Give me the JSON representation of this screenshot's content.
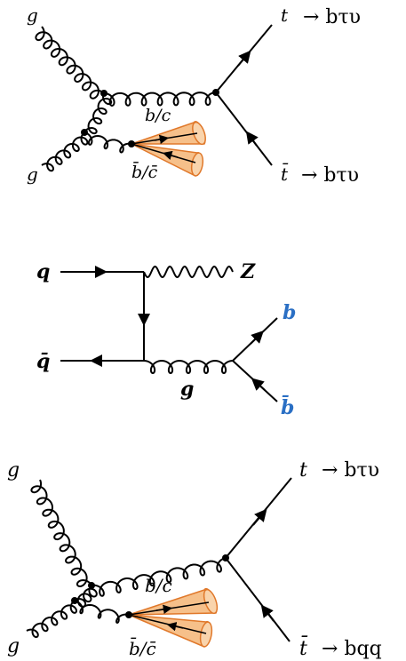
{
  "diagrams": [
    {
      "labels": {
        "g_top": "g",
        "g_bottom": "g",
        "t": "t",
        "t_decay": "→ bτυ",
        "tbar": "t̄",
        "tbar_decay": "→ bτυ",
        "bc_top": "b/c",
        "bc_bottom": "b̄/c̄"
      }
    },
    {
      "labels": {
        "q": "q",
        "qbar": "q̄",
        "Z": "Z",
        "g": "g",
        "b": "b",
        "bbar": "b̄"
      },
      "colors": {
        "b_quark": "#2a6fc4"
      }
    },
    {
      "labels": {
        "g_top": "g",
        "g_bottom": "g",
        "t": "t",
        "t_decay": "→ bτυ",
        "tbar": "t̄",
        "tbar_decay": "→ bqq",
        "bc_top": "b/c",
        "bc_bottom": "b̄/c̄"
      }
    }
  ],
  "colors": {
    "jet_fill": "#f6c08a",
    "jet_stroke": "#e0782a",
    "line": "#000000"
  }
}
